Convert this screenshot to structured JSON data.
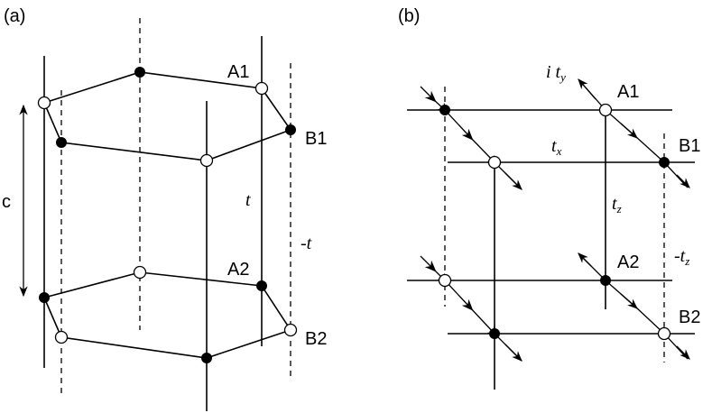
{
  "panels": {
    "a": {
      "label": "(a)"
    },
    "b": {
      "label": "(b)"
    }
  },
  "labels_a": {
    "c": "c",
    "A1": "A1",
    "B1": "B1",
    "A2": "A2",
    "B2": "B2",
    "t": "t",
    "minus_t": "-t"
  },
  "labels_b": {
    "A1": "A1",
    "B1": "B1",
    "A2": "A2",
    "B2": "B2",
    "ity_main": "i t",
    "ity_sub": "y",
    "tx_main": "t",
    "tx_sub": "x",
    "tz_main": "t",
    "tz_sub": "z",
    "mtz_main": "-t",
    "mtz_sub": "z"
  }
}
